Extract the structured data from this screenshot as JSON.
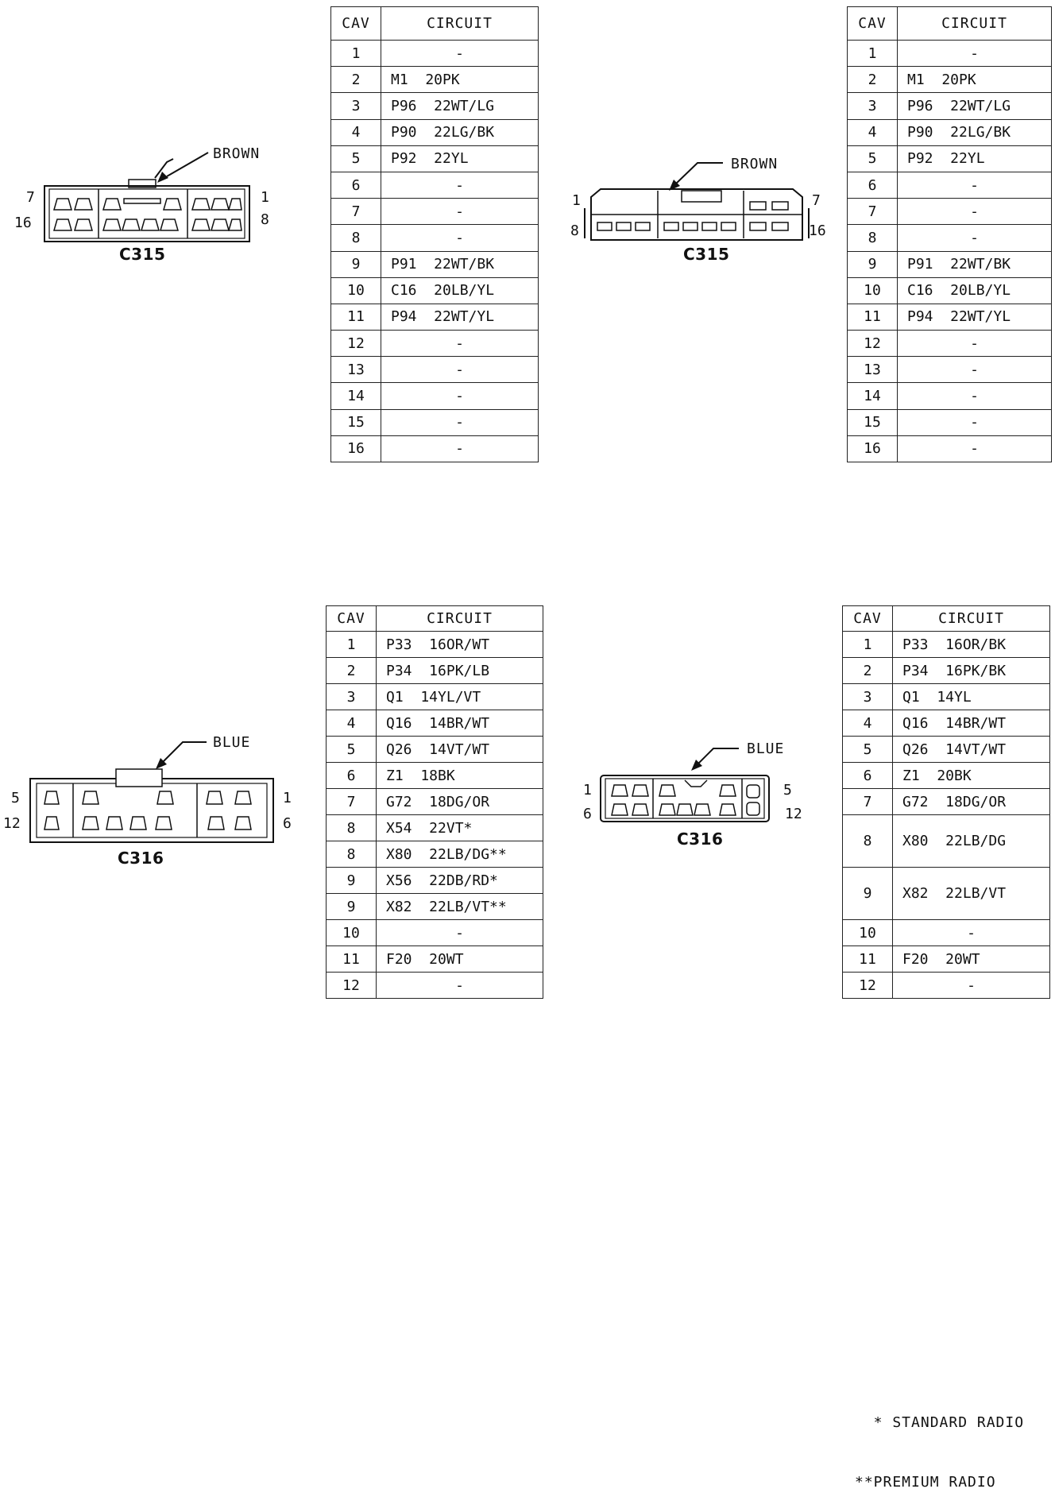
{
  "connectors": [
    {
      "id": "C315-left",
      "name": "C315",
      "color_label": "BROWN",
      "pins": {
        "top_left": "7",
        "top_right": "1",
        "bottom_left": "16",
        "bottom_right": "8"
      },
      "header": {
        "cav": "CAV",
        "circuit": "CIRCUIT"
      },
      "rows": [
        {
          "cav": "1",
          "circuit": "-"
        },
        {
          "cav": "2",
          "circuit": "M1  20PK"
        },
        {
          "cav": "3",
          "circuit": "P96  22WT/LG"
        },
        {
          "cav": "4",
          "circuit": "P90  22LG/BK"
        },
        {
          "cav": "5",
          "circuit": "P92  22YL"
        },
        {
          "cav": "6",
          "circuit": "-"
        },
        {
          "cav": "7",
          "circuit": "-"
        },
        {
          "cav": "8",
          "circuit": "-"
        },
        {
          "cav": "9",
          "circuit": "P91  22WT/BK"
        },
        {
          "cav": "10",
          "circuit": "C16  20LB/YL"
        },
        {
          "cav": "11",
          "circuit": "P94  22WT/YL"
        },
        {
          "cav": "12",
          "circuit": "-"
        },
        {
          "cav": "13",
          "circuit": "-"
        },
        {
          "cav": "14",
          "circuit": "-"
        },
        {
          "cav": "15",
          "circuit": "-"
        },
        {
          "cav": "16",
          "circuit": "-"
        }
      ]
    },
    {
      "id": "C315-right",
      "name": "C315",
      "color_label": "BROWN",
      "pins": {
        "top_left": "1",
        "top_right": "7",
        "bottom_left": "8",
        "bottom_right": "16"
      },
      "header": {
        "cav": "CAV",
        "circuit": "CIRCUIT"
      },
      "rows": [
        {
          "cav": "1",
          "circuit": "-"
        },
        {
          "cav": "2",
          "circuit": "M1  20PK"
        },
        {
          "cav": "3",
          "circuit": "P96  22WT/LG"
        },
        {
          "cav": "4",
          "circuit": "P90  22LG/BK"
        },
        {
          "cav": "5",
          "circuit": "P92  22YL"
        },
        {
          "cav": "6",
          "circuit": "-"
        },
        {
          "cav": "7",
          "circuit": "-"
        },
        {
          "cav": "8",
          "circuit": "-"
        },
        {
          "cav": "9",
          "circuit": "P91  22WT/BK"
        },
        {
          "cav": "10",
          "circuit": "C16  20LB/YL"
        },
        {
          "cav": "11",
          "circuit": "P94  22WT/YL"
        },
        {
          "cav": "12",
          "circuit": "-"
        },
        {
          "cav": "13",
          "circuit": "-"
        },
        {
          "cav": "14",
          "circuit": "-"
        },
        {
          "cav": "15",
          "circuit": "-"
        },
        {
          "cav": "16",
          "circuit": "-"
        }
      ]
    },
    {
      "id": "C316-left",
      "name": "C316",
      "color_label": "BLUE",
      "pins": {
        "top_left": "5",
        "top_right": "1",
        "bottom_left": "12",
        "bottom_right": "6"
      },
      "header": {
        "cav": "CAV",
        "circuit": "CIRCUIT"
      },
      "rows": [
        {
          "cav": "1",
          "circuit": "P33  16OR/WT"
        },
        {
          "cav": "2",
          "circuit": "P34  16PK/LB"
        },
        {
          "cav": "3",
          "circuit": "Q1  14YL/VT"
        },
        {
          "cav": "4",
          "circuit": "Q16  14BR/WT"
        },
        {
          "cav": "5",
          "circuit": "Q26  14VT/WT"
        },
        {
          "cav": "6",
          "circuit": "Z1  18BK"
        },
        {
          "cav": "7",
          "circuit": "G72  18DG/OR"
        },
        {
          "cav": "8",
          "circuit": "X54  22VT*"
        },
        {
          "cav": "8",
          "circuit": "X80  22LB/DG**"
        },
        {
          "cav": "9",
          "circuit": "X56  22DB/RD*"
        },
        {
          "cav": "9",
          "circuit": "X82  22LB/VT**"
        },
        {
          "cav": "10",
          "circuit": "-"
        },
        {
          "cav": "11",
          "circuit": "F20  20WT"
        },
        {
          "cav": "12",
          "circuit": "-"
        }
      ]
    },
    {
      "id": "C316-right",
      "name": "C316",
      "color_label": "BLUE",
      "pins": {
        "top_left": "1",
        "top_right": "5",
        "bottom_left": "6",
        "bottom_right": "12"
      },
      "header": {
        "cav": "CAV",
        "circuit": "CIRCUIT"
      },
      "rows": [
        {
          "cav": "1",
          "circuit": "P33  16OR/BK"
        },
        {
          "cav": "2",
          "circuit": "P34  16PK/BK"
        },
        {
          "cav": "3",
          "circuit": "Q1  14YL"
        },
        {
          "cav": "4",
          "circuit": "Q16  14BR/WT"
        },
        {
          "cav": "5",
          "circuit": "Q26  14VT/WT"
        },
        {
          "cav": "6",
          "circuit": "Z1  20BK"
        },
        {
          "cav": "7",
          "circuit": "G72  18DG/OR"
        },
        {
          "cav": "8",
          "circuit": "X80  22LB/DG"
        },
        {
          "cav": "9",
          "circuit": "X82  22LB/VT"
        },
        {
          "cav": "10",
          "circuit": "-"
        },
        {
          "cav": "11",
          "circuit": "F20  20WT"
        },
        {
          "cav": "12",
          "circuit": "-"
        }
      ]
    }
  ],
  "legend": {
    "standard": "  * STANDARD RADIO",
    "premium": "**PREMIUM RADIO"
  }
}
